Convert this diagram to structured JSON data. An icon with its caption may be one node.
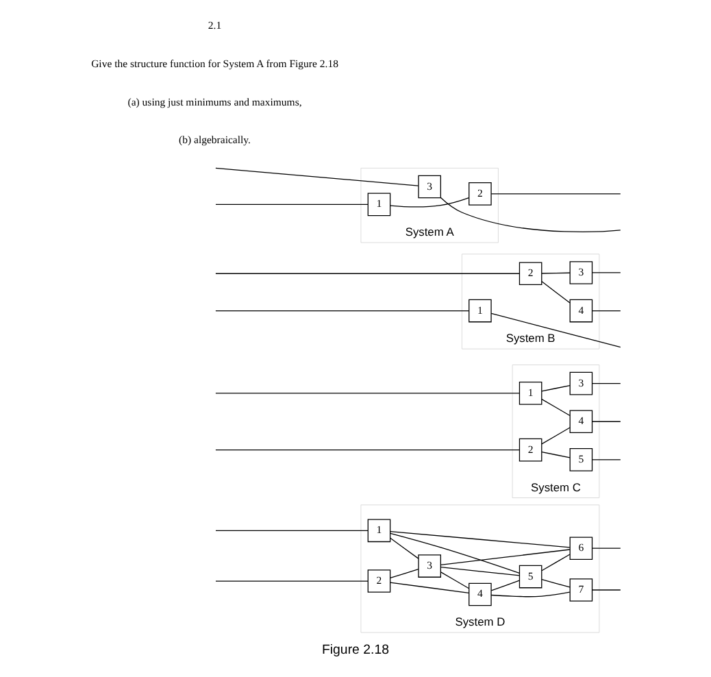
{
  "diagram": {
    "caption": "Figure 2.18",
    "nodes": [
      {
        "text": [
          "System A"
        ]
      },
      {
        "text": [
          "1"
        ],
        "in": 0
      },
      {
        "text": [
          "2"
        ],
        "in": 0
      },
      {
        "text": [
          "3"
        ],
        "in": 0
      },
      {
        "text": [
          "System B"
        ]
      },
      {
        "text": [
          "1"
        ],
        "in": 4
      },
      {
        "text": [
          "2"
        ],
        "in": 4
      },
      {
        "text": [
          "3"
        ],
        "in": 4
      },
      {
        "text": [
          "4"
        ],
        "in": 4
      },
      {
        "text": [
          "System C"
        ]
      },
      {
        "text": [
          "1"
        ],
        "in": 9
      },
      {
        "text": [
          "2"
        ],
        "in": 9
      },
      {
        "text": [
          "3"
        ],
        "in": 9
      },
      {
        "text": [
          "4"
        ],
        "in": 9
      },
      {
        "text": [
          "5"
        ],
        "in": 9
      },
      {
        "text": [
          "System D"
        ]
      },
      {
        "text": [
          "1"
        ],
        "in": 15
      },
      {
        "text": [
          "2"
        ],
        "in": 15
      },
      {
        "text": [
          "3"
        ],
        "in": 15
      },
      {
        "text": [
          "4"
        ],
        "in": 15
      },
      {
        "text": [
          "5"
        ],
        "in": 15
      },
      {
        "text": [
          "6"
        ],
        "in": 15
      },
      {
        "text": [
          "7"
        ],
        "in": 15
      }
    ],
    "edges": [
      {
        "from": null,
        "to": 1,
        "arrow": "none"
      },
      {
        "from": null,
        "to": 3,
        "arrow": "none"
      },
      {
        "from": 1,
        "to": 2,
        "arrow": "none"
      },
      {
        "from": 2,
        "to": null,
        "arrow": "none"
      },
      {
        "from": 3,
        "to": null,
        "arrow": "none"
      },
      {
        "from": null,
        "to": 5,
        "arrow": "none"
      },
      {
        "from": null,
        "to": 6,
        "arrow": "none"
      },
      {
        "from": 6,
        "to": 7,
        "arrow": "none"
      },
      {
        "from": 6,
        "to": 8,
        "arrow": "none"
      },
      {
        "from": 5,
        "to": null,
        "arrow": "none"
      },
      {
        "from": 7,
        "to": null,
        "arrow": "none"
      },
      {
        "from": 8,
        "to": null,
        "arrow": "none"
      },
      {
        "from": null,
        "to": 10,
        "arrow": "none"
      },
      {
        "from": null,
        "to": 11,
        "arrow": "none"
      },
      {
        "from": 10,
        "to": 12,
        "arrow": "none"
      },
      {
        "from": 10,
        "to": 13,
        "arrow": "none"
      },
      {
        "from": 11,
        "to": 13,
        "arrow": "none"
      },
      {
        "from": 11,
        "to": 14,
        "arrow": "none"
      },
      {
        "from": 12,
        "to": null,
        "arrow": "none"
      },
      {
        "from": 13,
        "to": null,
        "arrow": "none"
      },
      {
        "from": 14,
        "to": null,
        "arrow": "none"
      },
      {
        "from": null,
        "to": 16,
        "arrow": "none"
      },
      {
        "from": null,
        "to": 17,
        "arrow": "none"
      },
      {
        "from": 16,
        "to": 21,
        "arrow": "none"
      },
      {
        "from": 16,
        "to": 18,
        "arrow": "none"
      },
      {
        "from": 16,
        "to": 20,
        "arrow": "none"
      },
      {
        "from": 18,
        "to": 21,
        "arrow": "none"
      },
      {
        "from": 18,
        "to": 20,
        "arrow": "none"
      },
      {
        "from": 20,
        "to": 21,
        "arrow": "none"
      },
      {
        "from": 17,
        "to": 18,
        "arrow": "none"
      },
      {
        "from": 17,
        "to": 19,
        "arrow": "none"
      },
      {
        "from": 18,
        "to": 19,
        "arrow": "none"
      },
      {
        "from": 19,
        "to": 20,
        "arrow": "none"
      },
      {
        "from": 19,
        "to": 22,
        "arrow": "none"
      },
      {
        "from": 20,
        "to": 22,
        "arrow": "none"
      },
      {
        "from": 21,
        "to": null,
        "arrow": "none"
      },
      {
        "from": 22,
        "to": null,
        "arrow": "none"
      }
    ],
    "labels": [
      "2.1",
      "Give the structure function for System A from Figure 2.18",
      "(a) using just minimums and maximums,",
      "(b) algebraically."
    ]
  }
}
